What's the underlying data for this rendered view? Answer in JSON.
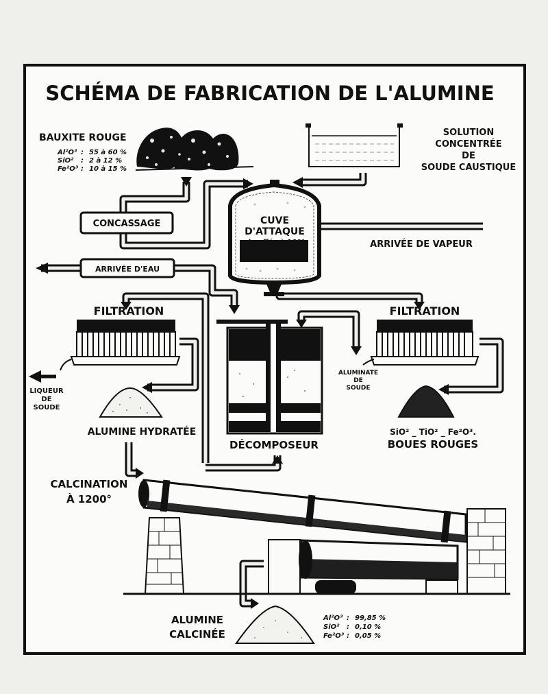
{
  "title": "SCHÉMA DE FABRICATION DE L'ALUMINE",
  "bauxite": {
    "label": "BAUXITE ROUGE",
    "rows": [
      {
        "name": "Al²O³",
        "sep": ":",
        "value": "55 à 60 %"
      },
      {
        "name": "SiO²",
        "sep": ":",
        "value": "2 à 12 %"
      },
      {
        "name": "Fe²O³",
        "sep": ":",
        "value": "10 à 15 %"
      }
    ]
  },
  "solution": {
    "line1": "SOLUTION",
    "line2": "CONCENTRÉE",
    "line3": "DE",
    "line4": "SOUDE CAUSTIQUE"
  },
  "concassage": "CONCASSAGE",
  "cuve": {
    "line1": "CUVE",
    "line2": "D'ATTAQUE",
    "line3": "chauffée à 160°"
  },
  "vapeur": "ARRIVÉE DE VAPEUR",
  "eau": "ARRIVÉE D'EAU",
  "filtration_left": "FILTRATION",
  "filtration_right": "FILTRATION",
  "liqueur": {
    "line1": "LIQUEUR",
    "line2": "DE",
    "line3": "SOUDE"
  },
  "aluminate": {
    "line1": "ALUMINATE",
    "line2": "DE",
    "line3": "SOUDE"
  },
  "alumine_hydratee": "ALUMINE HYDRATÉE",
  "decomposeur": "DÉCOMPOSEUR",
  "boues": {
    "formula": "SiO² _ TiO² _ Fe²O³.",
    "label": "BOUES ROUGES"
  },
  "calcination": {
    "line1": "CALCINATION",
    "line2": "À 1200°"
  },
  "calcinee": {
    "line1": "ALUMINE",
    "line2": "CALCINÉE"
  },
  "final": {
    "rows": [
      {
        "name": "Al²O³",
        "sep": ":",
        "value": "99,85 %"
      },
      {
        "name": "SiO²",
        "sep": ":",
        "value": "0,10 %"
      },
      {
        "name": "Fe²O³",
        "sep": ":",
        "value": "0,05 %"
      }
    ]
  }
}
